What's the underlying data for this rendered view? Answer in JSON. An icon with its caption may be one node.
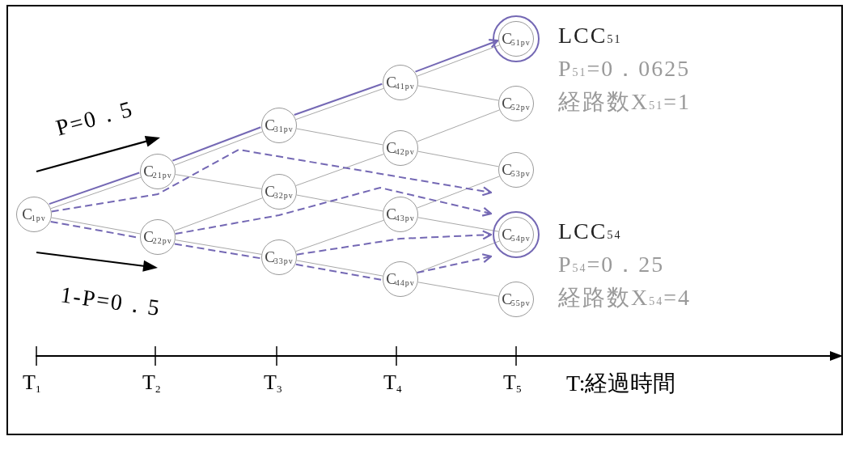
{
  "diagram": {
    "nodes": [
      {
        "text": [
          "C$_{1pv}$"
        ]
      },
      {
        "text": [
          "C$_{21pv}$"
        ]
      },
      {
        "text": [
          "C$_{22pv}$"
        ]
      },
      {
        "text": [
          "C$_{31pv}$"
        ]
      },
      {
        "text": [
          "C$_{32pv}$"
        ]
      },
      {
        "text": [
          "C$_{33pv}$"
        ]
      },
      {
        "text": [
          "C$_{41pv}$"
        ]
      },
      {
        "text": [
          "C$_{42pv}$"
        ]
      },
      {
        "text": [
          "C$_{43pv}$"
        ]
      },
      {
        "text": [
          "C$_{44pv}$"
        ]
      },
      {
        "text": [
          "C$_{51pv}$"
        ],
        "beside": [
          "LCC$_{51}$",
          "P$_{51}$=0．0625",
          "経路数X$_{51}$=1"
        ]
      },
      {
        "text": [
          "C$_{52pv}$"
        ]
      },
      {
        "text": [
          "C$_{53pv}$"
        ]
      },
      {
        "text": [
          "C$_{54pv}$"
        ],
        "beside": [
          "LCC$_{54}$",
          "P$_{54}$=0．25",
          "経路数X$_{54}$=4"
        ]
      },
      {
        "text": [
          "C$_{55pv}$"
        ]
      }
    ],
    "edges": [
      {
        "from": 0,
        "to": 1,
        "arrow": "none"
      },
      {
        "from": 0,
        "to": 2,
        "arrow": "none"
      },
      {
        "from": 1,
        "to": 3,
        "arrow": "none"
      },
      {
        "from": 1,
        "to": 4,
        "arrow": "none"
      },
      {
        "from": 2,
        "to": 4,
        "arrow": "none"
      },
      {
        "from": 2,
        "to": 5,
        "arrow": "none"
      },
      {
        "from": 3,
        "to": 6,
        "arrow": "none"
      },
      {
        "from": 3,
        "to": 7,
        "arrow": "none"
      },
      {
        "from": 4,
        "to": 7,
        "arrow": "none"
      },
      {
        "from": 4,
        "to": 8,
        "arrow": "none"
      },
      {
        "from": 5,
        "to": 8,
        "arrow": "none"
      },
      {
        "from": 5,
        "to": 9,
        "arrow": "none"
      },
      {
        "from": 6,
        "to": 10,
        "arrow": "none"
      },
      {
        "from": 6,
        "to": 11,
        "arrow": "none"
      },
      {
        "from": 7,
        "to": 11,
        "arrow": "none"
      },
      {
        "from": 7,
        "to": 12,
        "arrow": "none"
      },
      {
        "from": 8,
        "to": 12,
        "arrow": "none"
      },
      {
        "from": 8,
        "to": 13,
        "arrow": "none"
      },
      {
        "from": 9,
        "to": 13,
        "arrow": "none"
      },
      {
        "from": 9,
        "to": 14,
        "arrow": "none"
      },
      {
        "from": 0,
        "to": 1,
        "arrow": "none",
        "color": "#7468b4"
      },
      {
        "from": 1,
        "to": 3,
        "arrow": "none",
        "color": "#7468b4"
      },
      {
        "from": 3,
        "to": 6,
        "arrow": "none",
        "color": "#7468b4"
      },
      {
        "from": 6,
        "to": 10,
        "arrow": "to",
        "color": "#7468b4"
      },
      {
        "from": 0,
        "to": 13,
        "arrow": "to",
        "style": "dashed",
        "color": "#7468b4"
      },
      {
        "from": 0,
        "to": 2,
        "arrow": "none",
        "style": "dashed",
        "color": "#7468b4"
      },
      {
        "from": 2,
        "to": 13,
        "arrow": "to",
        "style": "dashed",
        "color": "#7468b4"
      },
      {
        "from": 2,
        "to": 5,
        "arrow": "none",
        "style": "dashed",
        "color": "#7468b4"
      },
      {
        "from": 5,
        "to": 13,
        "arrow": "to",
        "style": "dashed",
        "color": "#7468b4"
      },
      {
        "from": 5,
        "to": 9,
        "arrow": "none",
        "style": "dashed",
        "color": "#7468b4"
      },
      {
        "from": 9,
        "to": 13,
        "arrow": "to",
        "style": "dashed",
        "color": "#7468b4"
      }
    ],
    "labels": [
      "P=0．5",
      "1-P=0．5",
      "T$_{1}$",
      "T$_{2}$",
      "T$_{3}$",
      "T$_{4}$",
      "T$_{5}$",
      "T:経過時間"
    ]
  }
}
